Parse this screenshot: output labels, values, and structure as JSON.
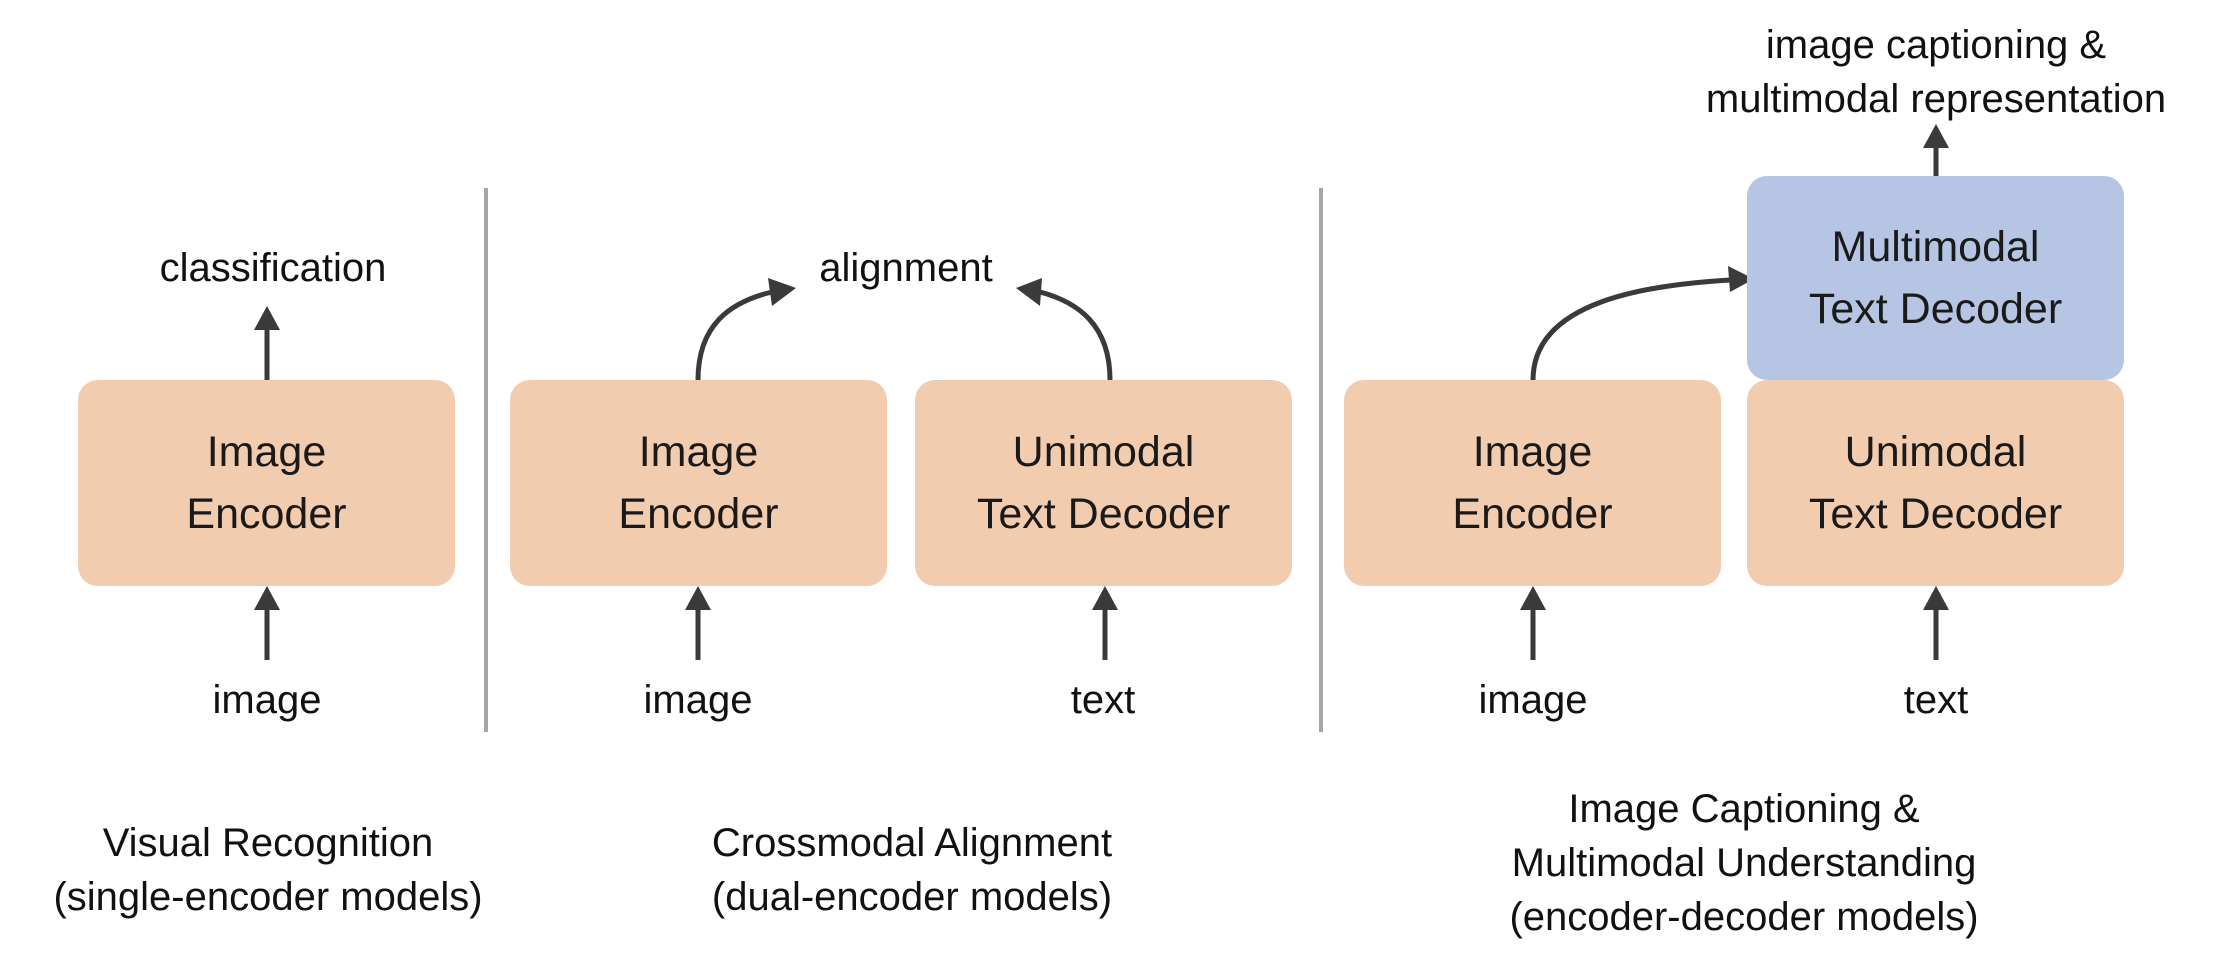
{
  "colors": {
    "encoder_box": "#f2ccae",
    "multimodal_box": "#b6c5e3",
    "arrow": "#3a3a3a",
    "divider": "#a6a6a6"
  },
  "panels": {
    "visual_recognition": {
      "encoder_line1": "Image",
      "encoder_line2": "Encoder",
      "input_label": "image",
      "output_label": "classification",
      "caption_line1": "Visual Recognition",
      "caption_line2": "(single-encoder models)"
    },
    "crossmodal_alignment": {
      "image_encoder_line1": "Image",
      "image_encoder_line2": "Encoder",
      "text_decoder_line1": "Unimodal",
      "text_decoder_line2": "Text Decoder",
      "image_input_label": "image",
      "text_input_label": "text",
      "output_label": "alignment",
      "caption_line1": "Crossmodal Alignment",
      "caption_line2": "(dual-encoder models)"
    },
    "image_captioning": {
      "image_encoder_line1": "Image",
      "image_encoder_line2": "Encoder",
      "text_decoder_line1": "Unimodal",
      "text_decoder_line2": "Text Decoder",
      "multimodal_decoder_line1": "Multimodal",
      "multimodal_decoder_line2": "Text Decoder",
      "image_input_label": "image",
      "text_input_label": "text",
      "output_line1": "image captioning &",
      "output_line2": "multimodal representation",
      "caption_line1": "Image Captioning &",
      "caption_line2": "Multimodal Understanding",
      "caption_line3": "(encoder-decoder models)"
    }
  }
}
